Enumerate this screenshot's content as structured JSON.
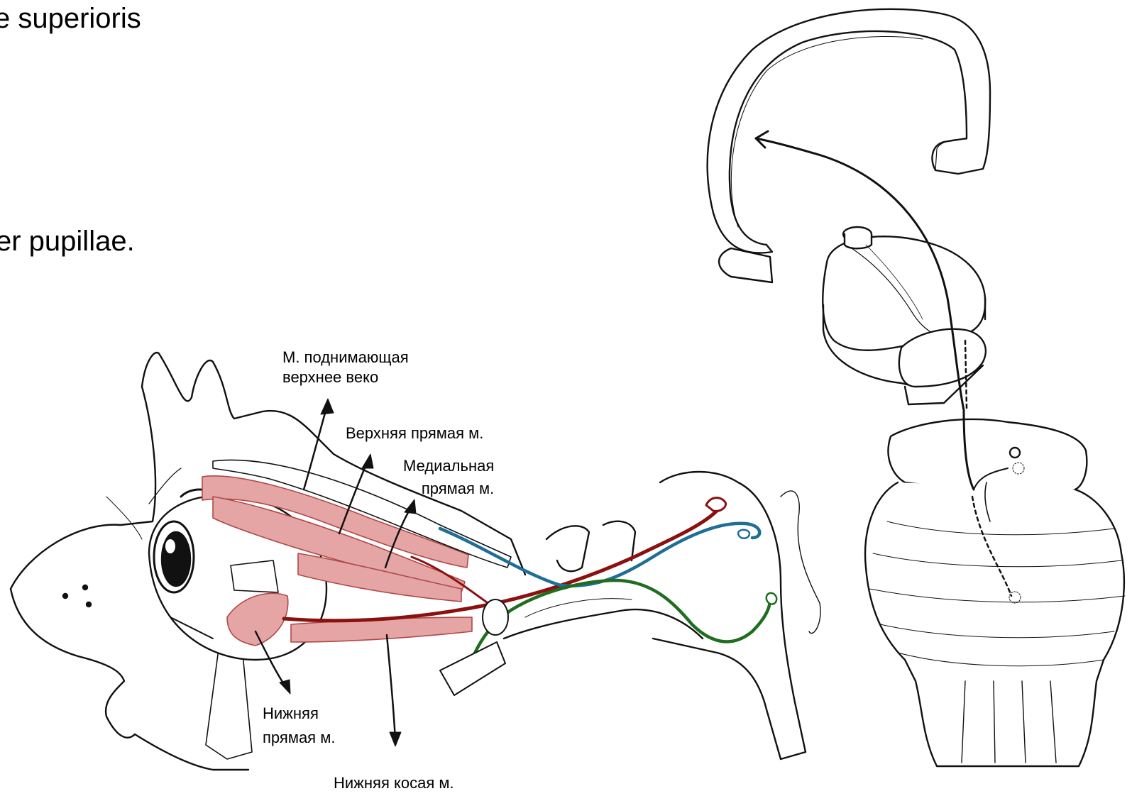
{
  "slide_text": {
    "line1": "e superioris",
    "line2": "er pupillae."
  },
  "labels": {
    "levator": [
      "М. поднимающая",
      "верхнее веко"
    ],
    "superior_rectus": "Верхняя прямая м.",
    "medial_rectus": [
      "Медиальная",
      "прямая м."
    ],
    "inferior_rectus": [
      "Нижняя",
      "прямая м."
    ],
    "inferior_oblique": "Нижняя косая м."
  },
  "colors": {
    "muscle_fill": "#e6a5a5",
    "muscle_stroke": "#b04848",
    "nerve_red": "#8b1010",
    "nerve_blue": "#1e6e96",
    "nerve_green": "#1f6e1f",
    "outline": "#111111"
  }
}
